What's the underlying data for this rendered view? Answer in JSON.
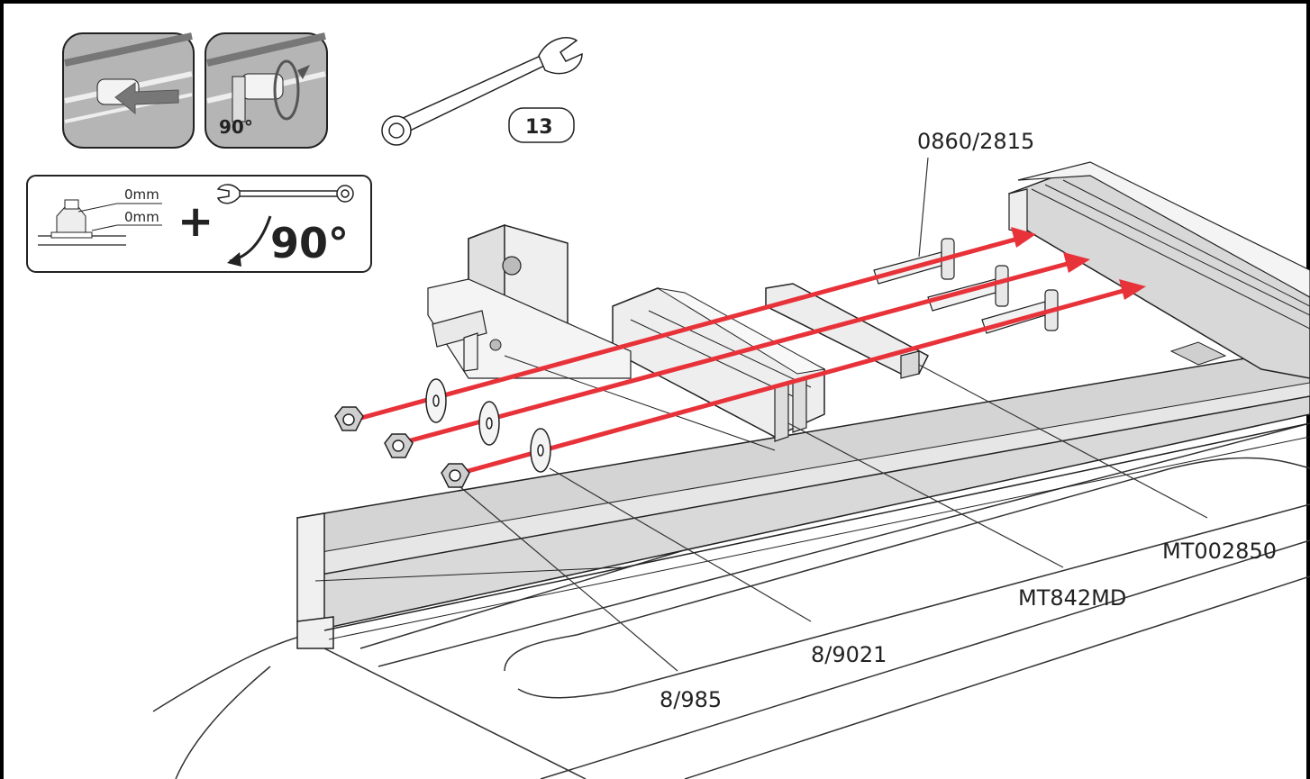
{
  "diagram": {
    "wrench_size": "13",
    "rotation_angle_small": "90°",
    "rotation_angle_large": "90°",
    "gap_top": "0mm",
    "gap_bottom": "0mm",
    "plus_sign": "+",
    "part_labels": {
      "bolt": "0860/2815",
      "rail_profile": "MT002850",
      "bracket": "MT842MD",
      "washer": "8/9021",
      "nut": "8/985"
    }
  }
}
